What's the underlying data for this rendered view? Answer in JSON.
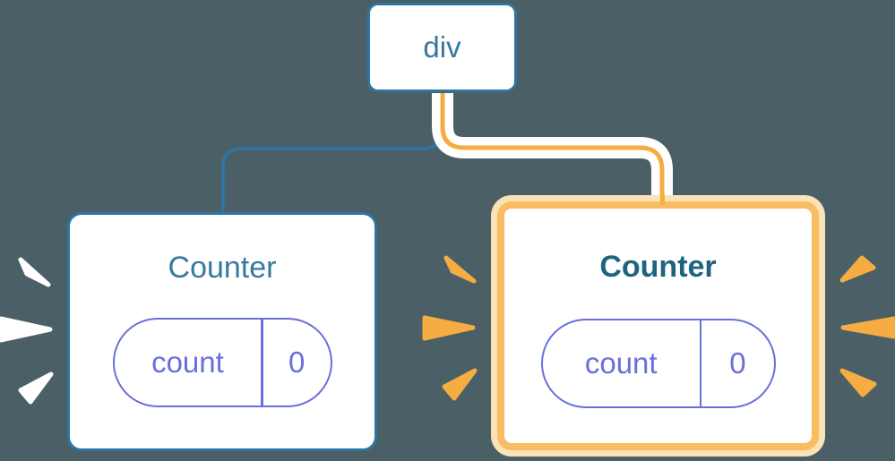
{
  "diagram": {
    "root": {
      "label": "div"
    },
    "children": [
      {
        "label": "Counter",
        "state_key": "count",
        "state_value": "0",
        "highlighted": false,
        "spark_color": "white"
      },
      {
        "label": "Counter",
        "state_key": "count",
        "state_value": "0",
        "highlighted": true,
        "spark_color": "orange"
      }
    ]
  },
  "colors": {
    "background": "#4A5F66",
    "blue": "#2E75A3",
    "blue_text": "#35789E",
    "teal_text": "#36799C",
    "teal_text_bold": "#1E6480",
    "purple": "#6A6FDB",
    "orange": "#F5AC42",
    "orange_border": "#F8BC62",
    "orange_ring": "#FCE3B6",
    "spark_white": "#FFFFFF",
    "card_bg": "#FFFFFF"
  }
}
